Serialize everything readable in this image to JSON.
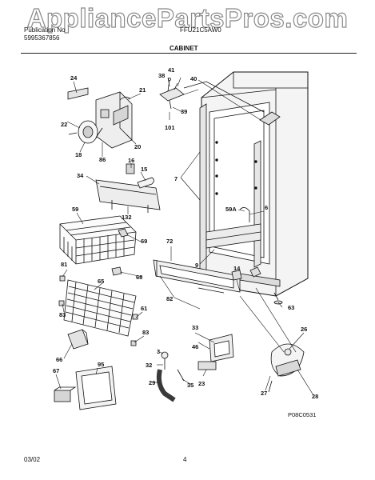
{
  "watermark": "AppliancePartsPros.com",
  "header": {
    "pub_label": "Publication No",
    "pub_number": "5995367856",
    "model": "FFU21C5AW0",
    "section": "CABINET"
  },
  "callouts": [
    "24",
    "21",
    "22",
    "18",
    "86",
    "20",
    "38",
    "41",
    "40",
    "39",
    "101",
    "16",
    "15",
    "34",
    "7",
    "132",
    "59",
    "69",
    "72",
    "59A",
    "6",
    "9",
    "81",
    "65",
    "68",
    "82",
    "14",
    "63",
    "83",
    "33",
    "46",
    "23",
    "66",
    "26",
    "3",
    "32",
    "95",
    "67",
    "29",
    "35",
    "27",
    "28",
    "61"
  ],
  "diagram_code": "P08C0531",
  "footer": {
    "date": "03/02",
    "page": "4"
  }
}
